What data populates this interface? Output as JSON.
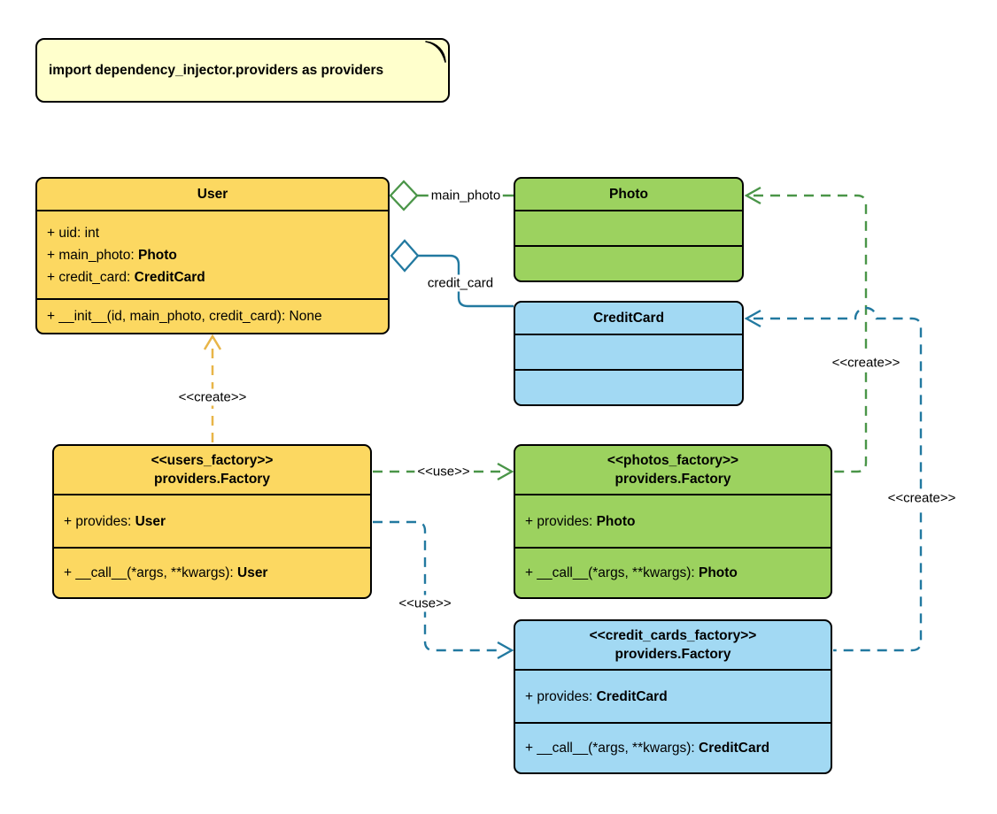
{
  "note": {
    "text": "import dependency_injector.providers as providers"
  },
  "colors": {
    "note-fill": "#FFFFCC",
    "yellow-fill": "#FCD861",
    "green-fill": "#9CD25F",
    "blue-fill": "#A2D9F3",
    "yellow-line": "#E8B548",
    "green-line": "#4A9548",
    "blue-line": "#2279A0",
    "border": "#000000",
    "fold-fill": "#A8A858"
  },
  "classes": {
    "user": {
      "title": "User",
      "attributes": [
        {
          "text": "+ uid: int",
          "boldType": ""
        },
        {
          "text": "+ main_photo: ",
          "boldType": "Photo"
        },
        {
          "text": "+ credit_card: ",
          "boldType": "CreditCard"
        }
      ],
      "methods": [
        {
          "text": "+ __init__(id, main_photo, credit_card): None",
          "boldType": ""
        }
      ]
    },
    "photo": {
      "title": "Photo",
      "attributes": [],
      "methods": []
    },
    "credit_card": {
      "title": "CreditCard",
      "attributes": [],
      "methods": []
    },
    "users_factory": {
      "stereotype": "<<users_factory>>",
      "title": "providers.Factory",
      "attributes": [
        {
          "text": "+ provides: ",
          "boldType": "User"
        }
      ],
      "methods": [
        {
          "text": "+ __call__(*args, **kwargs): ",
          "boldType": "User"
        }
      ]
    },
    "photos_factory": {
      "stereotype": "<<photos_factory>>",
      "title": "providers.Factory",
      "attributes": [
        {
          "text": "+ provides: ",
          "boldType": "Photo"
        }
      ],
      "methods": [
        {
          "text": "+ __call__(*args, **kwargs): ",
          "boldType": "Photo"
        }
      ]
    },
    "credit_cards_factory": {
      "stereotype": "<<credit_cards_factory>>",
      "title": "providers.Factory",
      "attributes": [
        {
          "text": "+ provides: ",
          "boldType": "CreditCard"
        }
      ],
      "methods": [
        {
          "text": "+ __call__(*args, **kwargs): ",
          "boldType": "CreditCard"
        }
      ]
    }
  },
  "edges": {
    "main_photo": {
      "label": "main_photo"
    },
    "credit_card": {
      "label": "credit_card"
    },
    "user_create": {
      "label": "<<create>>"
    },
    "photos_use": {
      "label": "<<use>>"
    },
    "credit_cards_use": {
      "label": "<<use>>"
    },
    "photo_create": {
      "label": "<<create>>"
    },
    "credit_card_create": {
      "label": "<<create>>"
    }
  }
}
